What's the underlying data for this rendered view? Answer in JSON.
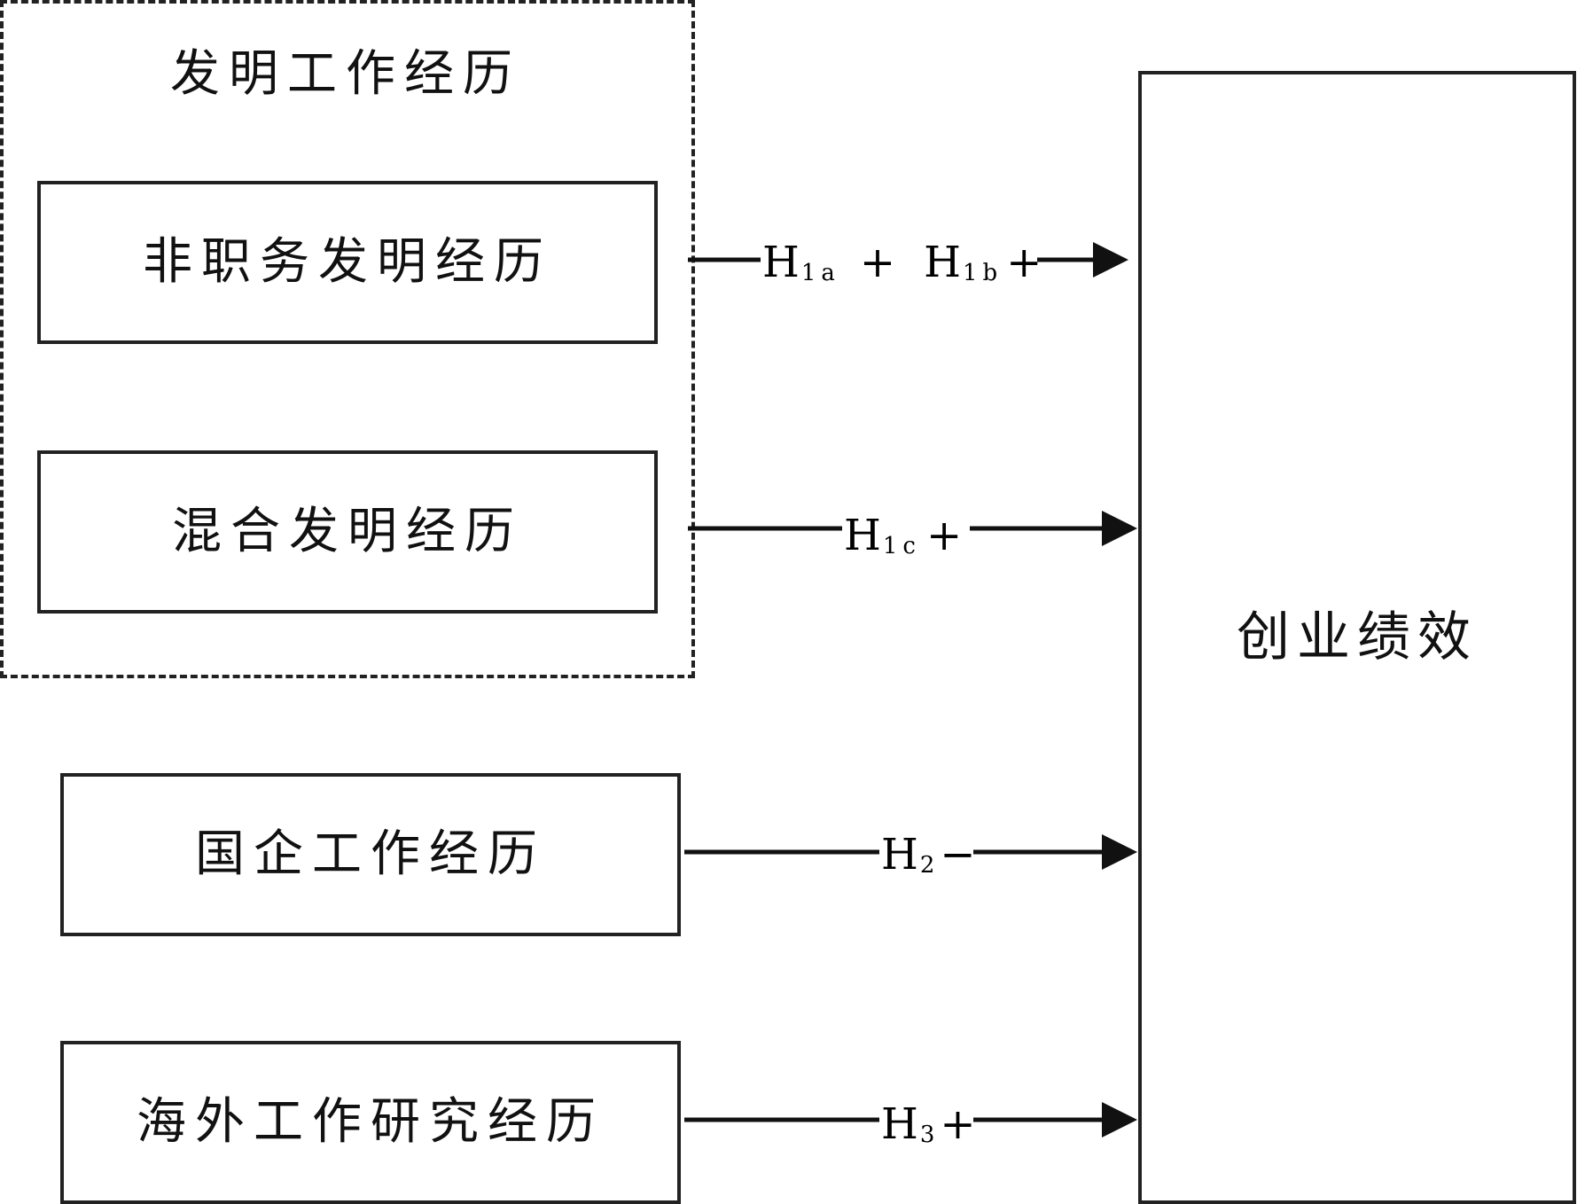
{
  "group": {
    "title": "发明工作经历"
  },
  "boxes": {
    "non_service": "非职务发明经历",
    "hybrid": "混合发明经历",
    "soe": "国企工作经历",
    "overseas": "海外工作研究经历"
  },
  "outcome": {
    "label": "创业绩效"
  },
  "hypotheses": {
    "h1a": {
      "base": "H",
      "sub": "1a",
      "sign": "+"
    },
    "h1b": {
      "base": "H",
      "sub": "1b",
      "sign": "+"
    },
    "h1c": {
      "base": "H",
      "sub": "1c",
      "sign": "+"
    },
    "h2": {
      "base": "H",
      "sub": "2",
      "sign": "−"
    },
    "h3": {
      "base": "H",
      "sub": "3",
      "sign": "+"
    }
  }
}
